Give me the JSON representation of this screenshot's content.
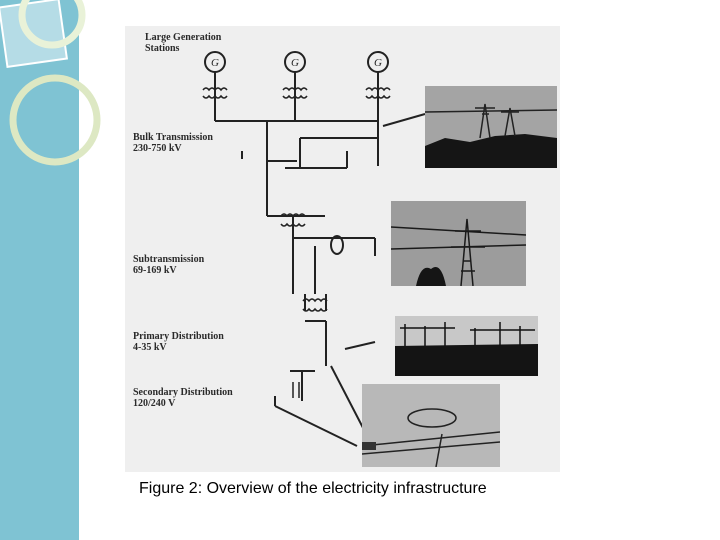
{
  "slide": {
    "sidebar_color": "#7fc3d3",
    "caption": "Figure 2: Overview of the electricity infrastructure"
  },
  "figure": {
    "stations": {
      "label": "Large Generation\nStations",
      "generator_symbol": "G"
    },
    "levels": [
      {
        "name": "Bulk Transmission",
        "voltage": "230-750 kV"
      },
      {
        "name": "Subtransmission",
        "voltage": "69-169 kV"
      },
      {
        "name": "Primary Distribution",
        "voltage": "4-35 kV"
      },
      {
        "name": "Secondary Distribution",
        "voltage": "120/240 V"
      }
    ]
  }
}
